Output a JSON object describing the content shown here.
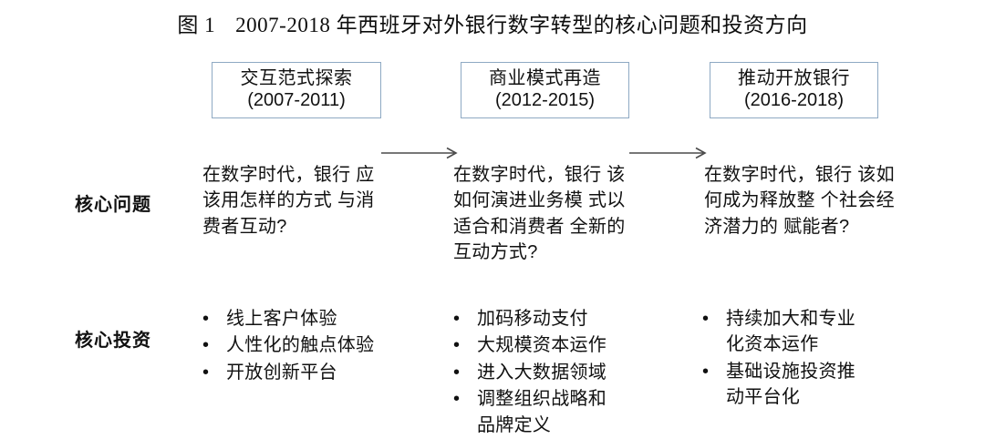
{
  "figure": {
    "caption_number": "图 1",
    "caption_text": "2007-2018 年西班牙对外银行数字转型的核心问题和投资方向"
  },
  "theme": {
    "box_border_color": "#8ea9c3",
    "text_color": "#111111",
    "arrow_color": "#4a4a4a",
    "background": "#ffffff"
  },
  "stages": [
    {
      "title": "交互范式探索",
      "years": "(2007-2011)"
    },
    {
      "title": "商业模式再造",
      "years": "(2012-2015)"
    },
    {
      "title": "推动开放银行",
      "years": "(2016-2018)"
    }
  ],
  "arrows": [
    {
      "name": "arrow-stage1-to-stage2"
    },
    {
      "name": "arrow-stage2-to-stage3"
    }
  ],
  "rows": [
    {
      "label": "核心问题"
    },
    {
      "label": "核心投资"
    }
  ],
  "core_questions": [
    "在数字时代，银行应该用怎样的方式与消费者互动?",
    "在数字时代，银行该如何演进业务模式以适合和消费者全新的互动方式?",
    "在数字时代，银行该如何成为释放整个社会经济潜力的赋能者?"
  ],
  "core_questions_lines": [
    [
      "在数字时代，银行",
      "应该用怎样的方式",
      "与消费者互动?"
    ],
    [
      "在数字时代，银行",
      "该如何演进业务模",
      "式以适合和消费者",
      "全新的互动方式?"
    ],
    [
      "在数字时代，银行",
      "该如何成为释放整",
      "个社会经济潜力的",
      "赋能者?"
    ]
  ],
  "core_investments": [
    {
      "bullet_glyph": "•",
      "items": [
        {
          "line1": "线上客户体验",
          "line2": ""
        },
        {
          "line1": "人性化的触点体验",
          "line2": ""
        },
        {
          "line1": "开放创新平台",
          "line2": ""
        }
      ]
    },
    {
      "bullet_glyph": "•",
      "items": [
        {
          "line1": "加码移动支付",
          "line2": ""
        },
        {
          "line1": "大规模资本运作",
          "line2": ""
        },
        {
          "line1": "进入大数据领域",
          "line2": ""
        },
        {
          "line1": "调整组织战略和",
          "line2": "品牌定义"
        }
      ]
    },
    {
      "bullet_glyph": "•",
      "items": [
        {
          "line1": "持续加大和专业",
          "line2": "化资本运作"
        },
        {
          "line1": "基础设施投资推",
          "line2": "动平台化"
        }
      ]
    }
  ]
}
